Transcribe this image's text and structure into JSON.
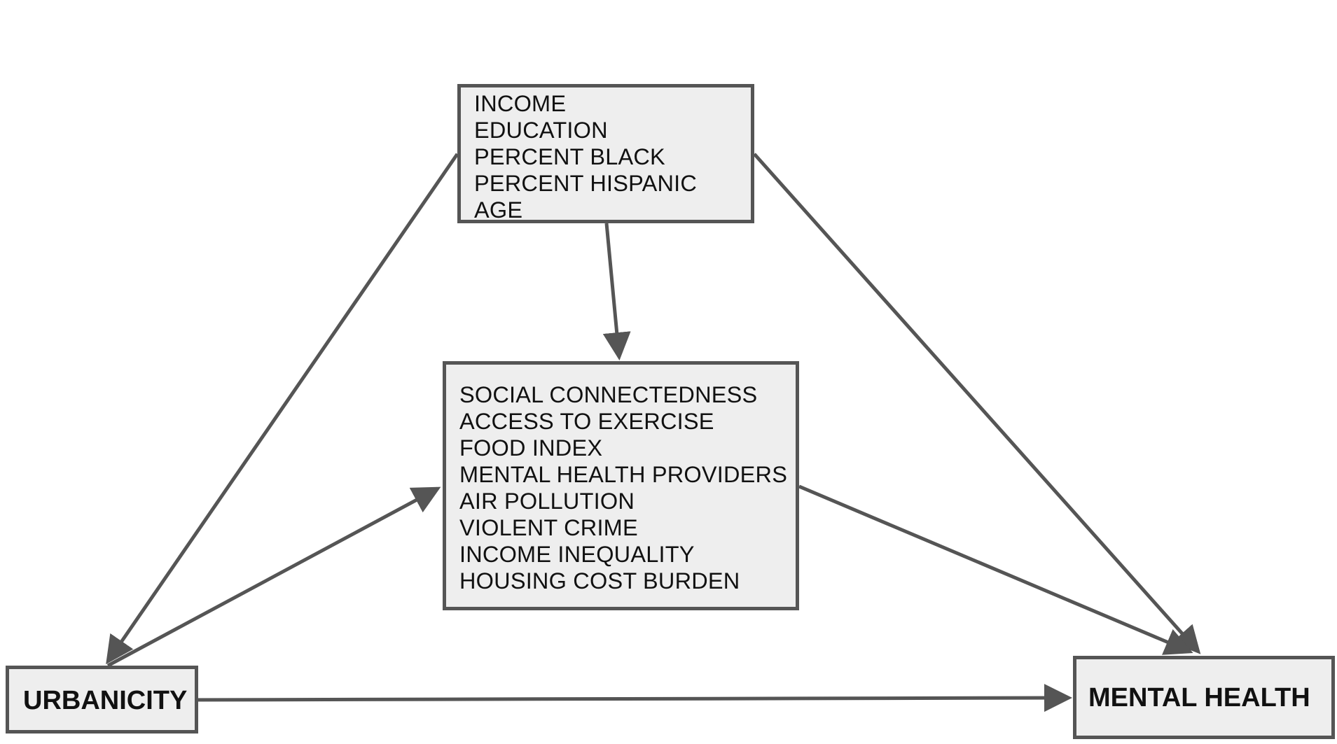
{
  "diagram": {
    "colors": {
      "stroke": "#555555",
      "fill": "#eeeeee",
      "text": "#111111",
      "background": "#ffffff"
    },
    "nodes": {
      "confounders": {
        "lines": [
          "INCOME",
          "EDUCATION",
          "PERCENT BLACK",
          "PERCENT HISPANIC",
          "AGE"
        ]
      },
      "mediators": {
        "lines": [
          "SOCIAL CONNECTEDNESS",
          "ACCESS TO EXERCISE",
          "FOOD INDEX",
          "MENTAL HEALTH PROVIDERS",
          "AIR POLLUTION",
          "VIOLENT CRIME",
          "INCOME INEQUALITY",
          "HOUSING COST BURDEN"
        ]
      },
      "urbanicity": {
        "label": "URBANICITY"
      },
      "mental_health": {
        "label": "MENTAL HEALTH"
      }
    },
    "edges": [
      {
        "from": "confounders",
        "to": "urbanicity"
      },
      {
        "from": "confounders",
        "to": "mediators"
      },
      {
        "from": "confounders",
        "to": "mental_health"
      },
      {
        "from": "urbanicity",
        "to": "mediators"
      },
      {
        "from": "mediators",
        "to": "mental_health"
      },
      {
        "from": "urbanicity",
        "to": "mental_health"
      }
    ]
  }
}
